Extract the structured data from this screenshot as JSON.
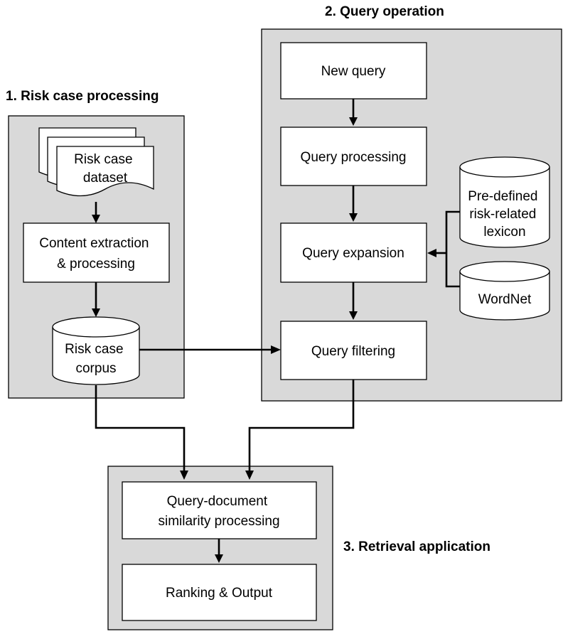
{
  "sections": {
    "risk_case_processing": "1. Risk case processing",
    "query_operation": "2. Query operation",
    "retrieval_application": "3. Retrieval application"
  },
  "nodes": {
    "risk_case_dataset": [
      "Risk case",
      "dataset"
    ],
    "content_extraction": [
      "Content extraction",
      "& processing"
    ],
    "risk_case_corpus": [
      "Risk case",
      "corpus"
    ],
    "new_query": [
      "New query"
    ],
    "query_processing": [
      "Query processing"
    ],
    "query_expansion": [
      "Query expansion"
    ],
    "query_filtering": [
      "Query filtering"
    ],
    "predefined_lexicon": [
      "Pre-defined",
      "risk-related",
      "lexicon"
    ],
    "wordnet": [
      "WordNet"
    ],
    "similarity_processing": [
      "Query-document",
      "similarity processing"
    ],
    "ranking_output": [
      "Ranking & Output"
    ]
  },
  "edges": [
    {
      "from": "risk_case_dataset",
      "to": "content_extraction"
    },
    {
      "from": "content_extraction",
      "to": "risk_case_corpus"
    },
    {
      "from": "risk_case_corpus",
      "to": "query_filtering"
    },
    {
      "from": "new_query",
      "to": "query_processing"
    },
    {
      "from": "query_processing",
      "to": "query_expansion"
    },
    {
      "from": "query_expansion",
      "to": "query_filtering"
    },
    {
      "from": "predefined_lexicon",
      "to": "query_expansion"
    },
    {
      "from": "wordnet",
      "to": "query_expansion"
    },
    {
      "from": "risk_case_corpus",
      "to": "similarity_processing"
    },
    {
      "from": "query_filtering",
      "to": "similarity_processing"
    },
    {
      "from": "similarity_processing",
      "to": "ranking_output"
    }
  ]
}
